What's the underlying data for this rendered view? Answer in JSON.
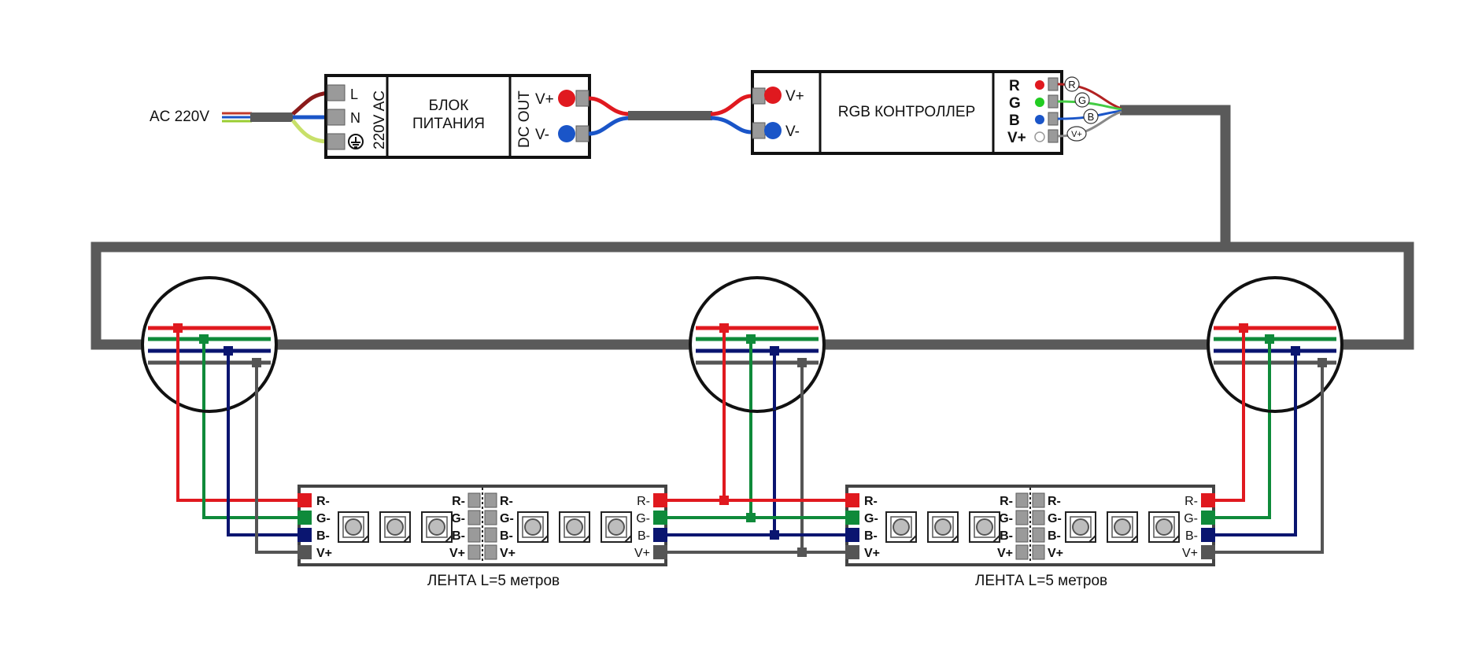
{
  "ac_input": {
    "label": "AC 220V"
  },
  "power_supply": {
    "input_terminals": [
      "L",
      "N"
    ],
    "input_rating": "220V AC",
    "title_line1": "БЛОК",
    "title_line2": "ПИТАНИЯ",
    "output_label": "DC OUT",
    "output_pos": "V+",
    "output_neg": "V-"
  },
  "controller": {
    "input_pos": "V+",
    "input_neg": "V-",
    "title": "RGB КОНТРОЛЛЕР",
    "outputs": [
      "R",
      "G",
      "B",
      "V+"
    ],
    "wire_tags": [
      "R",
      "G",
      "B",
      "V+"
    ]
  },
  "strips": [
    {
      "caption": "ЛЕНТА L=5 метров",
      "left_pads": [
        "R-",
        "G-",
        "B-",
        "V+"
      ],
      "mid_left_pads": [
        "R-",
        "G-",
        "B-",
        "V+"
      ],
      "mid_right_pads": [
        "R-",
        "G-",
        "B-",
        "V+"
      ],
      "right_pads": [
        "R-",
        "G-",
        "B-",
        "V+"
      ]
    },
    {
      "caption": "ЛЕНТА L=5 метров",
      "left_pads": [
        "R-",
        "G-",
        "B-",
        "V+"
      ],
      "mid_left_pads": [
        "R-",
        "G-",
        "B-",
        "V+"
      ],
      "mid_right_pads": [
        "R-",
        "G-",
        "B-",
        "V+"
      ],
      "right_pads": [
        "R-",
        "G-",
        "B-",
        "V+"
      ]
    }
  ],
  "colors": {
    "red": "#e0191f",
    "green": "#0f8a3a",
    "blue": "#0a1570",
    "gray": "#555555",
    "led_red": "#e0191f",
    "led_green": "#22cc22",
    "led_blue": "#1a55c8",
    "dc_pos": "#e0191f",
    "dc_neg": "#1a55c8"
  }
}
